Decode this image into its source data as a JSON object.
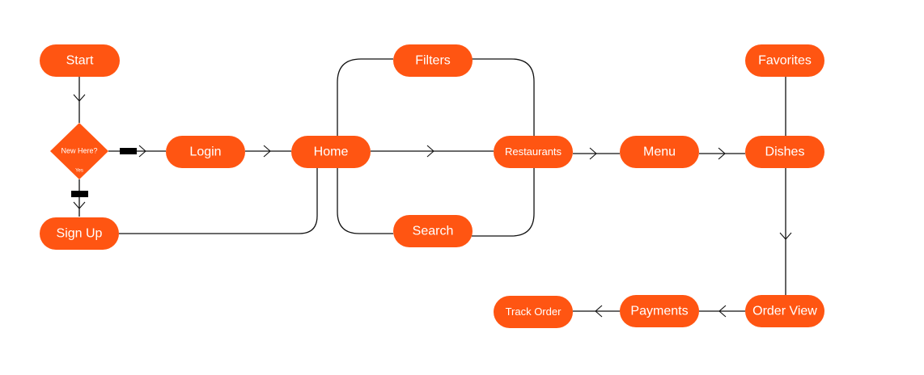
{
  "colors": {
    "node_fill": "#FF5512",
    "line": "#111111",
    "marker": "#000000",
    "text": "#FFFFFF"
  },
  "nodes": {
    "start": "Start",
    "decision": "New Here?",
    "decision_yes": "Yes",
    "login": "Login",
    "signup": "Sign Up",
    "home": "Home",
    "filters": "Filters",
    "search": "Search",
    "restaurants": "Restaurants",
    "menu": "Menu",
    "favorites": "Favorites",
    "dishes": "Dishes",
    "order_view": "Order View",
    "payments": "Payments",
    "track_order": "Track Order"
  }
}
